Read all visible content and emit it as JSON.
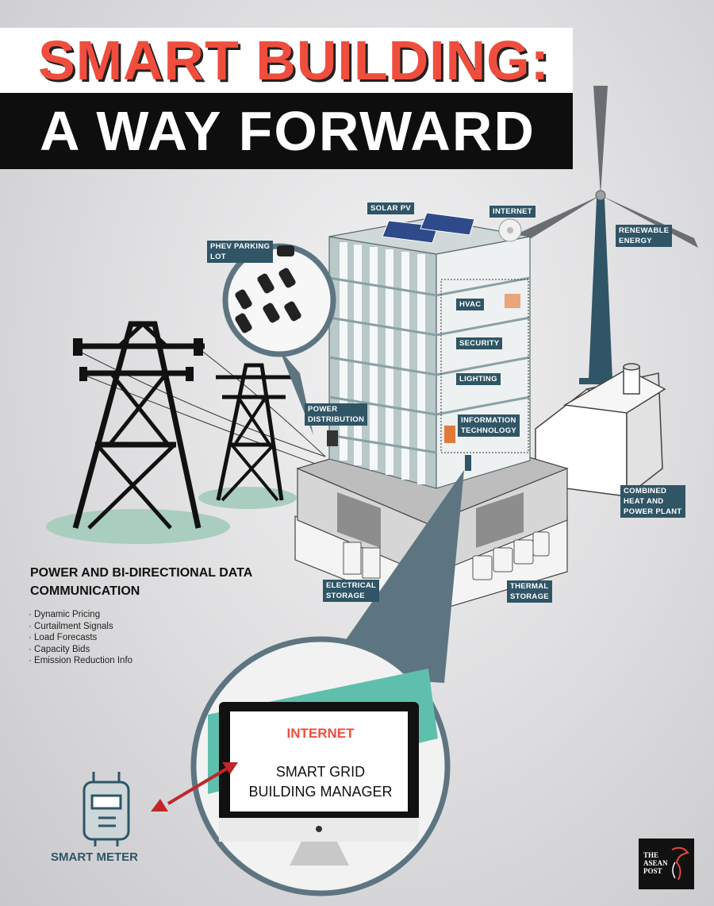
{
  "title": {
    "line1": "SMART BUILDING:",
    "line2": "A WAY FORWARD"
  },
  "labels": {
    "solar_pv": "SOLAR PV",
    "internet": "INTERNET",
    "renewable": "RENEWABLE\nENERGY",
    "phev": "PHEV PARKING\nLOT",
    "hvac": "HVAC",
    "security": "SECURITY",
    "lighting": "LIGHTING",
    "it": "INFORMATION\nTECHNOLOGY",
    "power_distribution": "POWER\nDISTRIBUTION",
    "chp": "COMBINED\nHEAT AND\nPOWER PLANT",
    "electrical_storage": "ELECTRICAL\nSTORAGE",
    "thermal_storage": "THERMAL\nSTORAGE"
  },
  "communication": {
    "heading": "POWER AND BI-DIRECTIONAL DATA COMMUNICATION",
    "items": [
      "· Dynamic Pricing",
      "· Curtailment Signals",
      "· Load Forecasts",
      "· Capacity Bids",
      "· Emission Reduction Info"
    ]
  },
  "screen": {
    "title": "INTERNET",
    "text": "SMART GRID\nBUILDING MANAGER"
  },
  "smart_meter": "SMART METER",
  "logo": "THE\nASEAN\nPOST",
  "colors": {
    "accent_red": "#ef4e3e",
    "label_teal": "#2f5566",
    "mint": "#5fbfad"
  }
}
